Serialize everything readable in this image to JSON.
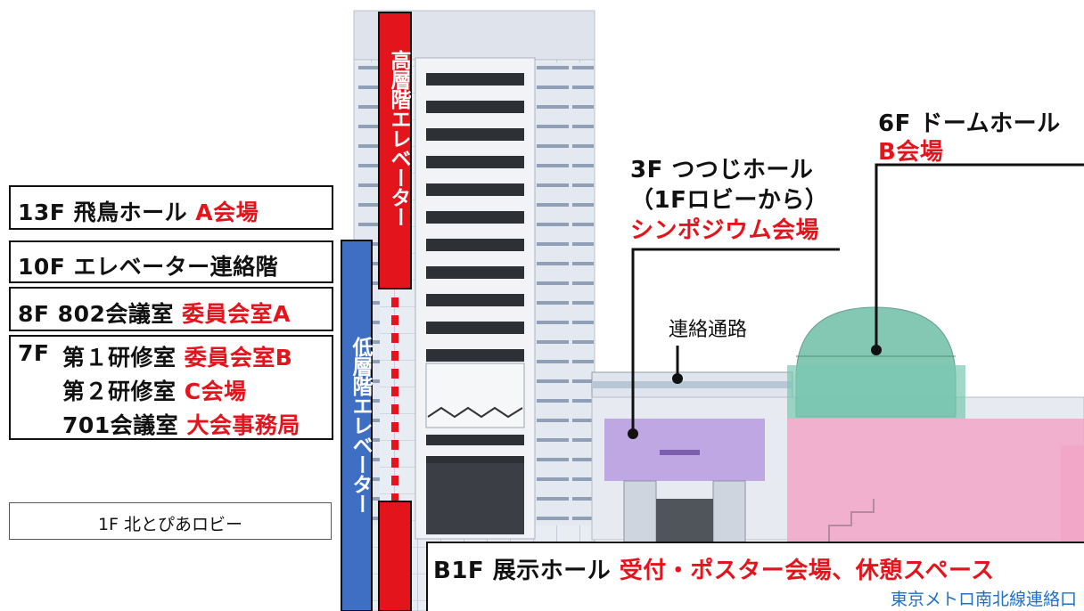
{
  "floors": {
    "f13": {
      "name": "13F 飛鳥ホール",
      "venue": "A会場"
    },
    "f10": {
      "name": "10F エレベーター連絡階"
    },
    "f8": {
      "name": "8F 802会議室",
      "venue": "委員会室A"
    },
    "f7": {
      "prefix": "7F",
      "rows": [
        {
          "room": "第１研修室",
          "venue": "委員会室B"
        },
        {
          "room": "第２研修室",
          "venue": "C会場"
        },
        {
          "room": "701会議室",
          "venue": "大会事務局"
        }
      ]
    },
    "f1": {
      "name": "1F 北とぴあロビー"
    },
    "b1": {
      "name": "B1F 展示ホール",
      "venue": "受付・ポスター会場、休憩スペース",
      "metro": "東京メトロ南北線連絡口"
    }
  },
  "elevators": {
    "high": "高層階エレベーター",
    "low": "低層階エレベーター"
  },
  "callouts": {
    "tsutsuji": {
      "line1": "3F つつじホール",
      "line2": "（1Fロビーから）",
      "venue": "シンポジウム会場"
    },
    "dome": {
      "line1": "6F ドームホール",
      "venue": "B会場"
    },
    "passage": "連絡通路"
  },
  "colors": {
    "accent_red": "#e3141c",
    "low_elevator_blue": "#3f6fc3",
    "symposium_purple": "#b79be0",
    "exhibit_pink": "#f2a7c8",
    "dome_teal": "#6fbfa8",
    "metro_link_blue": "#1f6fc8"
  }
}
